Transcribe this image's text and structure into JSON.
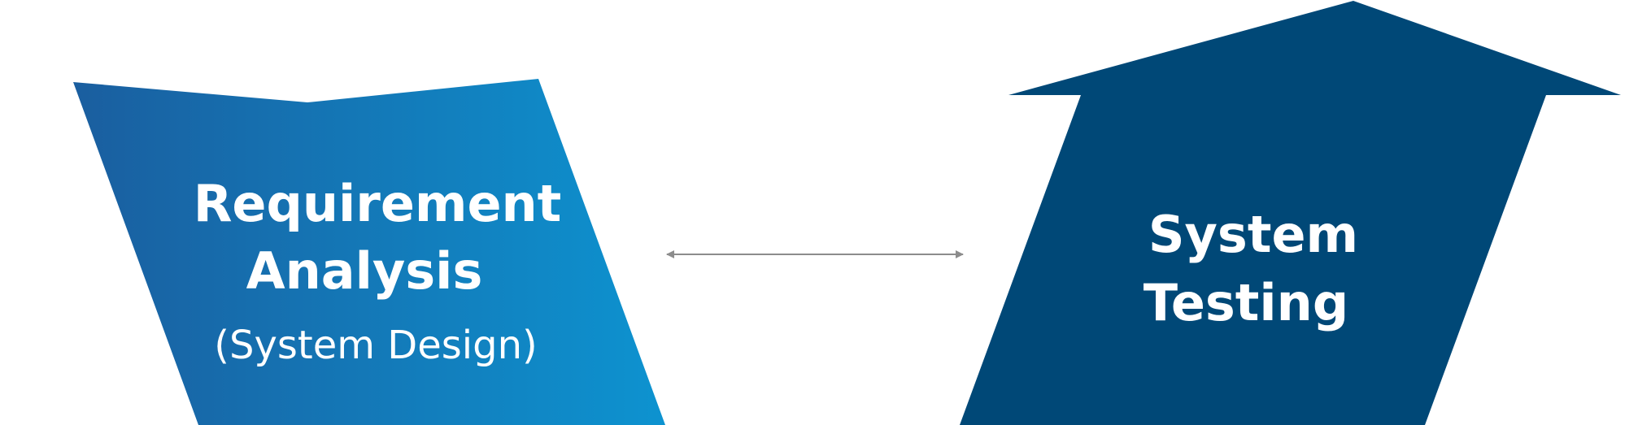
{
  "left_box": {
    "title_line1": "Requirement",
    "title_line2": "Analysis",
    "subtitle": "(System Design)"
  },
  "right_box": {
    "title_line1": "System",
    "title_line2": "Testing"
  },
  "colors": {
    "left_gradient_start": "#1a5e9f",
    "left_gradient_end": "#0d93d0",
    "right_fill": "#004877",
    "connector": "#8c8c8c",
    "text": "#ffffff"
  }
}
